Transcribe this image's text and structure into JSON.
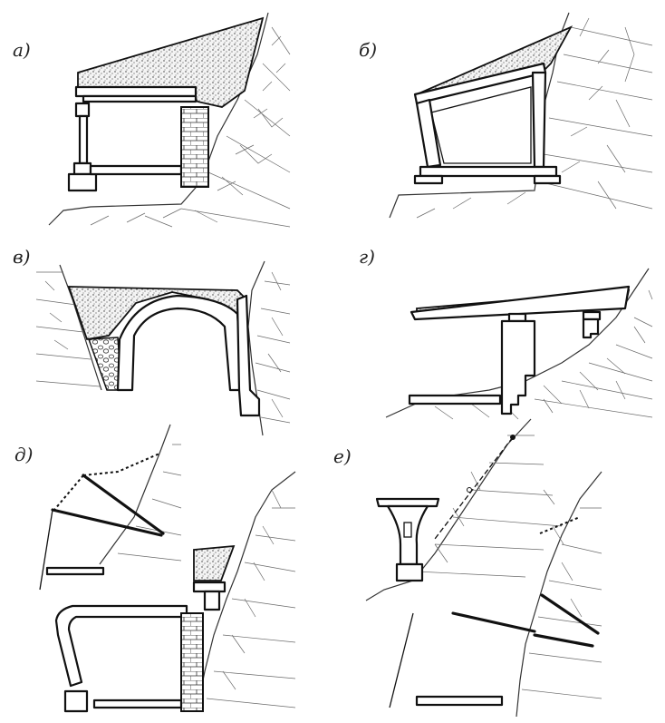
{
  "panels": [
    {
      "id": "a",
      "label": "а)"
    },
    {
      "id": "b",
      "label": "б)"
    },
    {
      "id": "v",
      "label": "в)"
    },
    {
      "id": "g",
      "label": "г)"
    },
    {
      "id": "d",
      "label": "д)"
    },
    {
      "id": "e",
      "label": "е)"
    }
  ]
}
